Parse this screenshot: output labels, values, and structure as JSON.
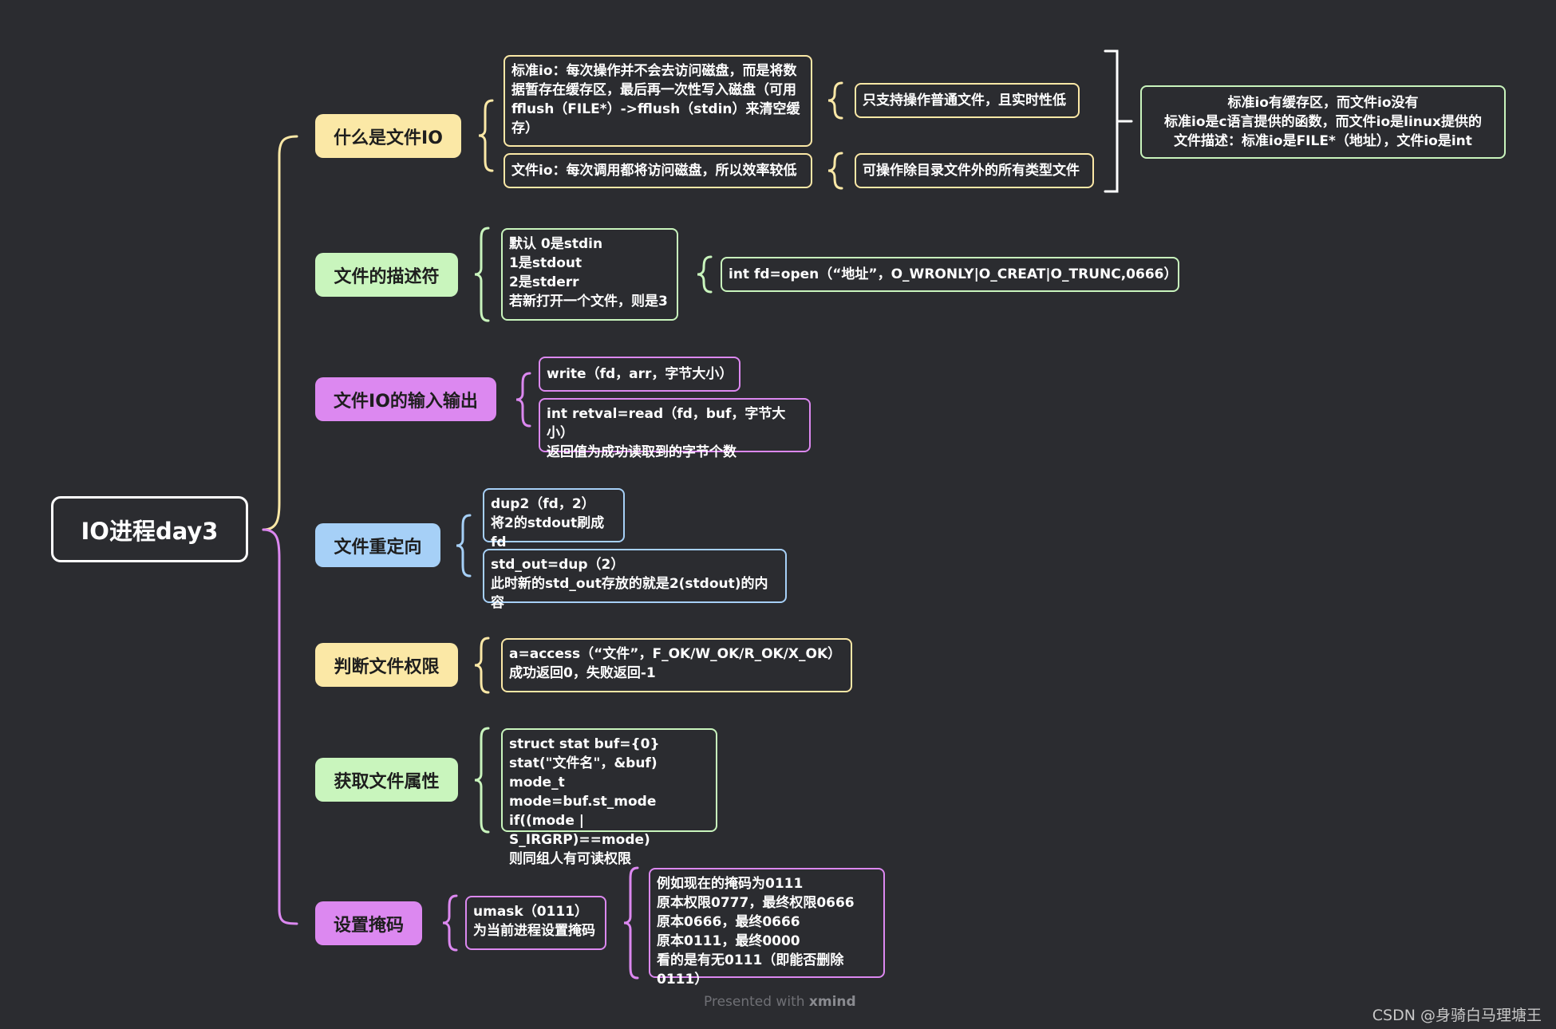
{
  "root": {
    "label": "IO进程day3"
  },
  "topics": [
    {
      "id": "t1",
      "label": "什么是文件IO"
    },
    {
      "id": "t2",
      "label": "文件的描述符"
    },
    {
      "id": "t3",
      "label": "文件IO的输入输出"
    },
    {
      "id": "t4",
      "label": "文件重定向"
    },
    {
      "id": "t5",
      "label": "判断文件权限"
    },
    {
      "id": "t6",
      "label": "获取文件属性"
    },
    {
      "id": "t7",
      "label": "设置掩码"
    }
  ],
  "details": {
    "std_io": "标准io：每次操作并不会去访问磁盘，而是将数据暂存在缓存区，最后再一次性写入磁盘（可用fflush（FILE*）->fflush（stdin）来清空缓存）",
    "file_io": "文件io：每次调用都将访问磁盘，所以效率较低",
    "std_io_note": "只支持操作普通文件，且实时性低",
    "file_io_note": "可操作除目录文件外的所有类型文件",
    "summary": "标准io有缓存区，而文件io没有\n标准io是c语言提供的函数，而文件io是linux提供的\n文件描述：标准io是FILE*（地址），文件io是int",
    "fd_defaults": "默认 0是stdin\n1是stdout\n2是stderr\n若新打开一个文件，则是3",
    "fd_open": "int fd=open（“地址”，O_WRONLY|O_CREAT|O_TRUNC,0666）",
    "write": "write（fd，arr，字节大小）",
    "read": "int retval=read（fd，buf，字节大小）\n返回值为成功读取到的字节个数",
    "dup2": "dup2（fd，2）\n将2的stdout刷成fd",
    "dup": "std_out=dup（2）\n此时新的std_out存放的就是2(stdout)的内容",
    "access": "a=access（“文件”，F_OK/W_OK/R_OK/X_OK）\n成功返回0，失败返回-1",
    "stat": "struct  stat  buf={0}\nstat(\"文件名\"，&buf)\nmode_t  mode=buf.st_mode\nif((mode | S_IRGRP)==mode)\n则同组人有可读权限",
    "umask": "umask（0111）\n为当前进程设置掩码",
    "umask_example": "例如现在的掩码为0111\n原本权限0777，最终权限0666\n原本0666，最终0666\n原本0111，最终0000\n看的是有无0111（即能否删除0111）"
  },
  "footer": {
    "prefix": "Presented with ",
    "brand": "xmind"
  },
  "credit": "CSDN @身骑白马理塘王",
  "colors": {
    "background": "#2b2c30",
    "yellow": "#fbe8a6",
    "green": "#c9f5bd",
    "purple": "#dc88f0",
    "blue": "#a6d0f7"
  }
}
